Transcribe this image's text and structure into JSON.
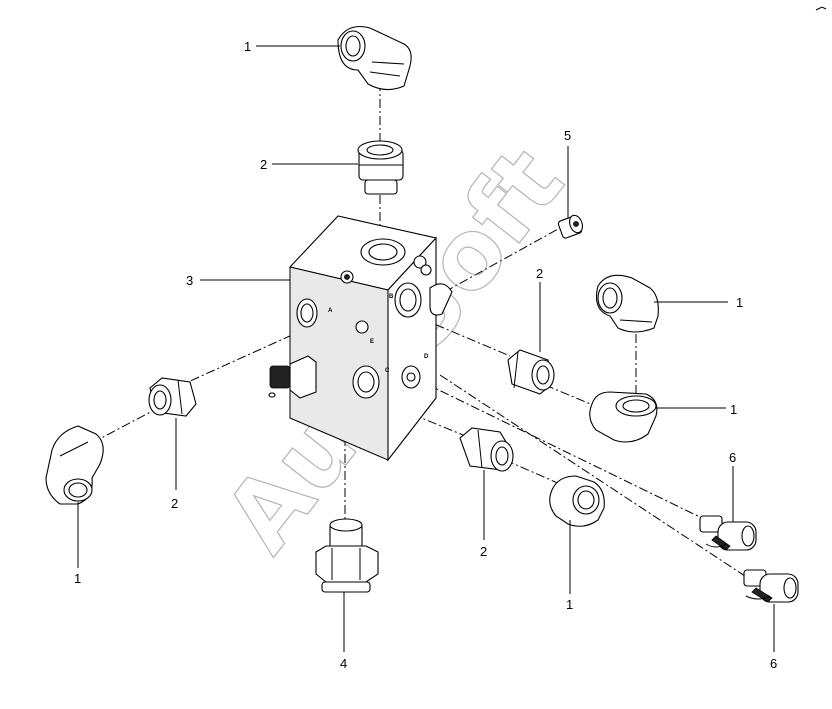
{
  "watermark": "AutoSoft",
  "callouts": {
    "elbow_top": "1",
    "elbow_right_upper": "1",
    "elbow_right_mid": "1",
    "elbow_left": "1",
    "elbow_bottom": "1",
    "adapter_top": "2",
    "adapter_right": "2",
    "adapter_left": "2",
    "adapter_bottom": "2",
    "block": "3",
    "plug": "4",
    "small_plug": "5",
    "sensor_upper": "6",
    "sensor_lower": "6"
  },
  "port_letters": {
    "a": "A",
    "b": "B",
    "c": "C",
    "d": "D",
    "e": "E"
  }
}
